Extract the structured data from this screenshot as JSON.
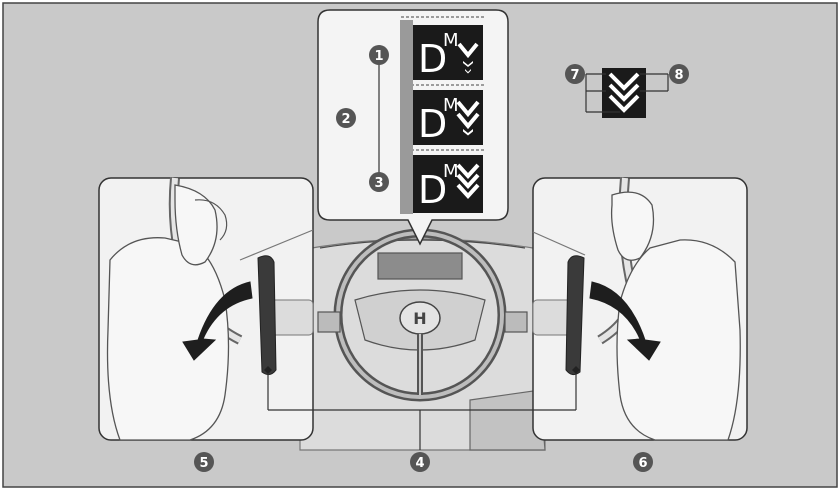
{
  "callouts": {
    "c1": "1",
    "c2": "2",
    "c3": "3",
    "c4": "4",
    "c5": "5",
    "c6": "6",
    "c7": "7",
    "c8": "8"
  },
  "display": {
    "main_letter": "D",
    "sub_letter": "M"
  },
  "colors": {
    "background": "#c9c9c9",
    "panel": "#ececec",
    "inset_bg": "#f2f2f2",
    "ink": "#2a2a2a",
    "callout_fill": "#555555",
    "display_bg": "#1a1a1a",
    "arrow": "#1e1e1e"
  },
  "icons": {
    "deceleration_level": "chevron-down-icon",
    "paddle_arrow": "curved-arrow-icon",
    "paddle": "paddle-selector-icon"
  }
}
